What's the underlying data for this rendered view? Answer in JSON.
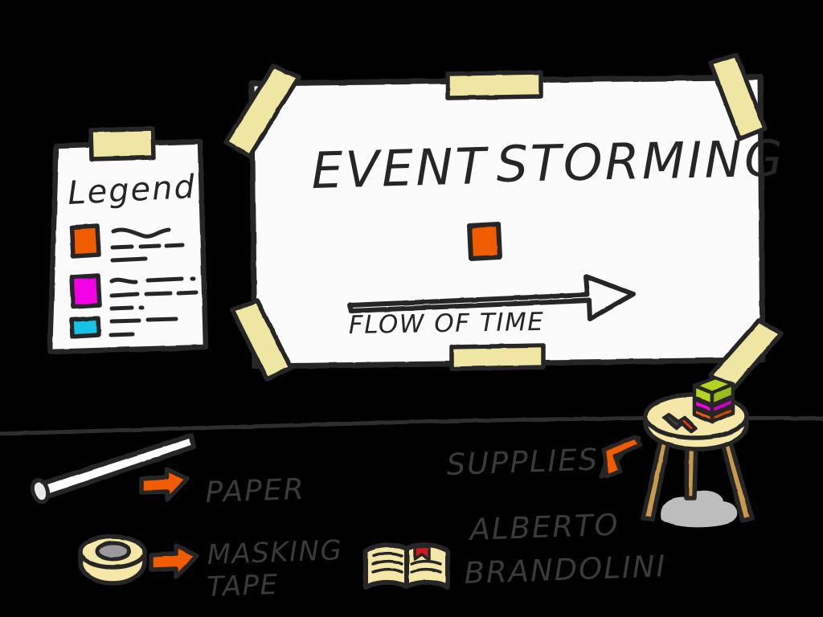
{
  "scene": {
    "title": "Event Storming sketch",
    "background_color": "#000000",
    "floor_line_color": "#2e2e2e"
  },
  "palette": {
    "ink": "#262626",
    "label_gray": "#3a3a3a",
    "paper_white": "#fbfbfc",
    "tape_yellow": "#f0e6a4",
    "sticky_orange": "#f25c00",
    "sticky_magenta": "#f200e6",
    "sticky_cyan": "#14c3e6",
    "sticky_green": "#b4d424",
    "arrow_orange": "#f25c00",
    "wood": "#c89a4e",
    "stool_top": "#f4e7a8",
    "shadow_gray": "#bdbdbd",
    "tape_core_gray": "#9a9a9a",
    "book_page": "#f4e7a8",
    "bookmark_red": "#cc1f1f",
    "marker_red": "#e8381a",
    "marker_dark": "#3a3a3a"
  },
  "board": {
    "name": "flipchart-paper-sheet",
    "title": "Event Storming",
    "title_parts": [
      "EVENT",
      "STORMING"
    ],
    "sticky_note": {
      "label": "",
      "color": "#f25c00"
    },
    "arrow_caption": "FLOW OF TIME",
    "tape_pieces": [
      "tape-top-left",
      "tape-top-center",
      "tape-top-right",
      "tape-bottom-left",
      "tape-bottom-center",
      "tape-bottom-right"
    ]
  },
  "legend": {
    "name": "legend-sheet",
    "heading": "Legend",
    "rows": [
      {
        "swatch_color": "#f25c00",
        "text_lines": 3
      },
      {
        "swatch_color": "#f200e6",
        "text_lines": 3
      },
      {
        "swatch_color": "#14c3e6",
        "text_lines": 2
      }
    ]
  },
  "supplies": {
    "paper_label": "PAPER",
    "tape_label_line1": "MASKING",
    "tape_label_line2": "TAPE",
    "supplies_label": "SUPPLIES",
    "author_line1": "ALBERTO",
    "author_line2": "BRANDOLINI",
    "stool_items": {
      "markers": 2,
      "sticky_stack_colors": [
        "#b4d424",
        "#f200e6",
        "#f25c00"
      ]
    }
  }
}
